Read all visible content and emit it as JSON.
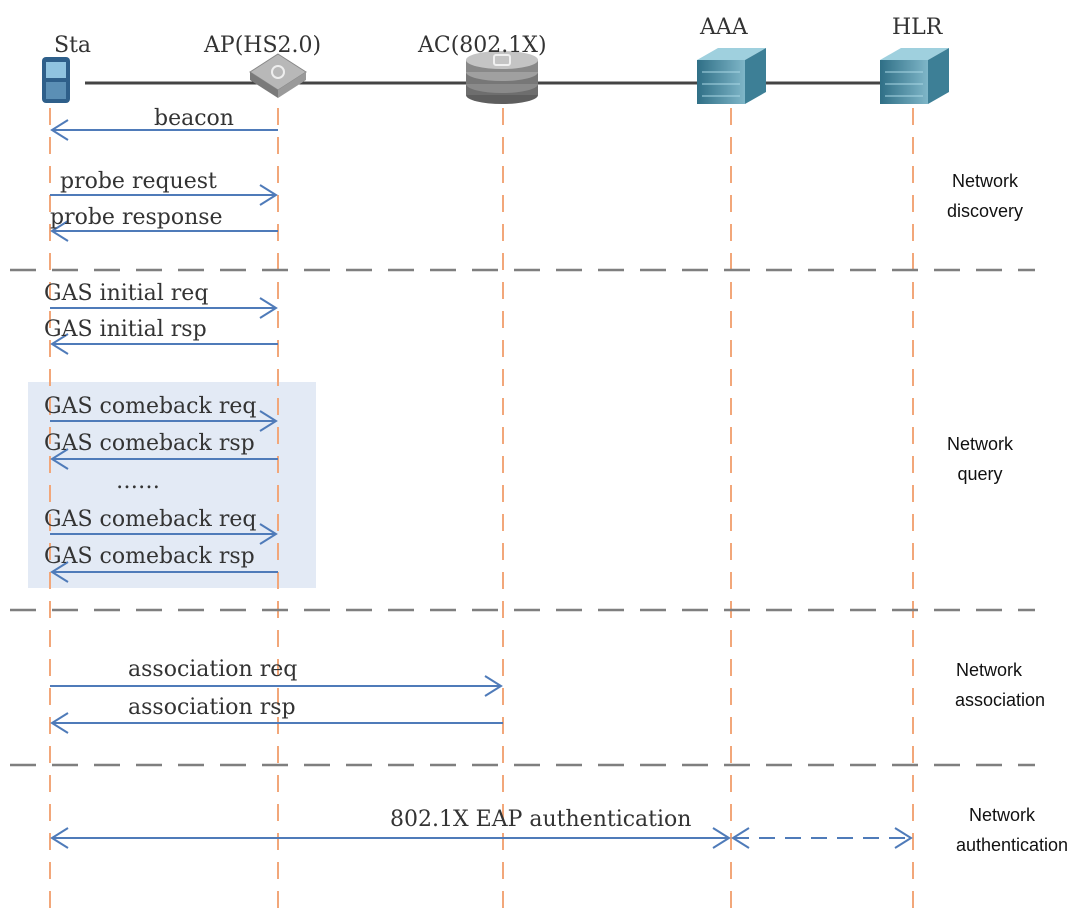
{
  "colors": {
    "arrow": "#4f7bb9",
    "lifeline": "#f2a77a",
    "separator": "#7f7f7f",
    "highlight": "#e3eaf5",
    "network_line": "#444444"
  },
  "entities": [
    {
      "label": "Sta",
      "icon": "mobile-phone-icon"
    },
    {
      "label": "AP(HS2.0)",
      "icon": "access-point-icon"
    },
    {
      "label": "AC(802.1X)",
      "icon": "access-controller-icon"
    },
    {
      "label": "AAA",
      "icon": "server-icon"
    },
    {
      "label": "HLR",
      "icon": "server-icon"
    }
  ],
  "messages": [
    {
      "label": "beacon"
    },
    {
      "label": "probe request"
    },
    {
      "label": "probe response"
    },
    {
      "label": "GAS initial req"
    },
    {
      "label": "GAS initial rsp"
    },
    {
      "label": "GAS comeback req"
    },
    {
      "label": "GAS comeback rsp"
    },
    {
      "label": "……"
    },
    {
      "label": "GAS comeback req"
    },
    {
      "label": "GAS comeback rsp"
    },
    {
      "label": "association req"
    },
    {
      "label": "association rsp"
    },
    {
      "label": "802.1X EAP authentication"
    }
  ],
  "phases": [
    {
      "line1": "Network",
      "line2": "discovery"
    },
    {
      "line1": "Network",
      "line2": "query"
    },
    {
      "line1": "Network",
      "line2": "association"
    },
    {
      "line1": "Network",
      "line2": "authentication"
    }
  ]
}
